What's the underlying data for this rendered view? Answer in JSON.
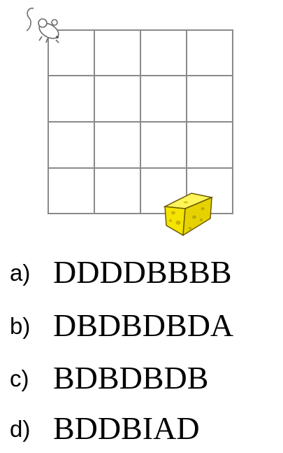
{
  "grid": {
    "rows": 4,
    "cols": 4,
    "line_color": "#8a8a8a"
  },
  "icons": {
    "start": "mouse-icon",
    "goal": "cheese-icon",
    "cheese_color": "#f5e400"
  },
  "options": [
    {
      "letter": "a)",
      "text": "DDDDBBBB"
    },
    {
      "letter": "b)",
      "text": "DBDBDBDA"
    },
    {
      "letter": "c)",
      "text": "BDBDBDB"
    },
    {
      "letter": "d)",
      "text": "BDDBIAD"
    }
  ]
}
